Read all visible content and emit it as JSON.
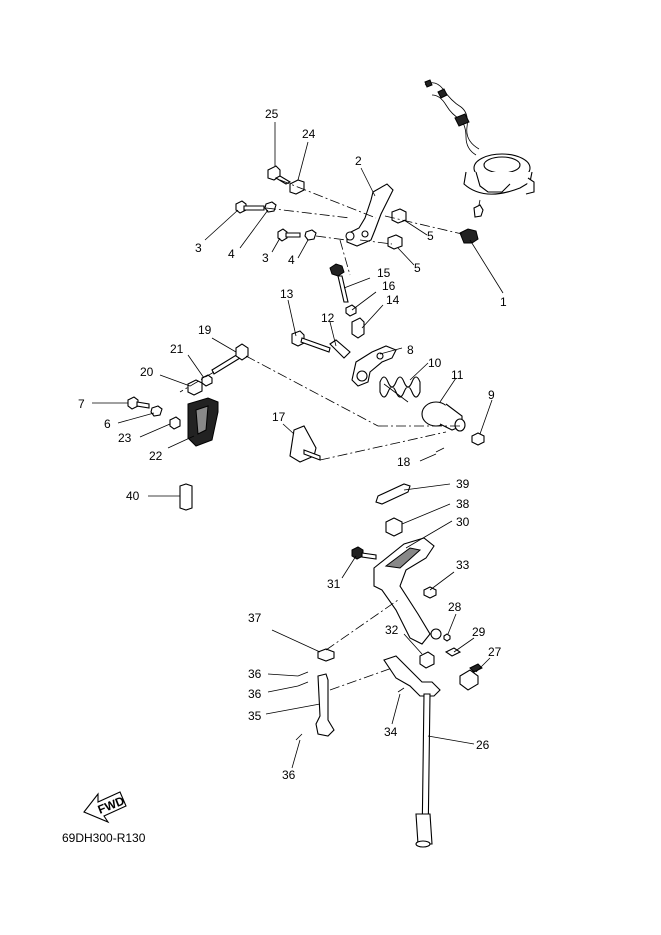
{
  "diagram": {
    "code": "69DH300-R130",
    "fwd_label": "FWD",
    "callouts": [
      "1",
      "2",
      "3",
      "3",
      "4",
      "4",
      "5",
      "5",
      "7",
      "6",
      "8",
      "9",
      "10",
      "11",
      "12",
      "13",
      "14",
      "15",
      "16",
      "17",
      "18",
      "19",
      "20",
      "21",
      "22",
      "23",
      "24",
      "25",
      "26",
      "27",
      "28",
      "29",
      "30",
      "31",
      "32",
      "33",
      "34",
      "35",
      "36",
      "36",
      "36",
      "37",
      "38",
      "39",
      "40"
    ]
  }
}
